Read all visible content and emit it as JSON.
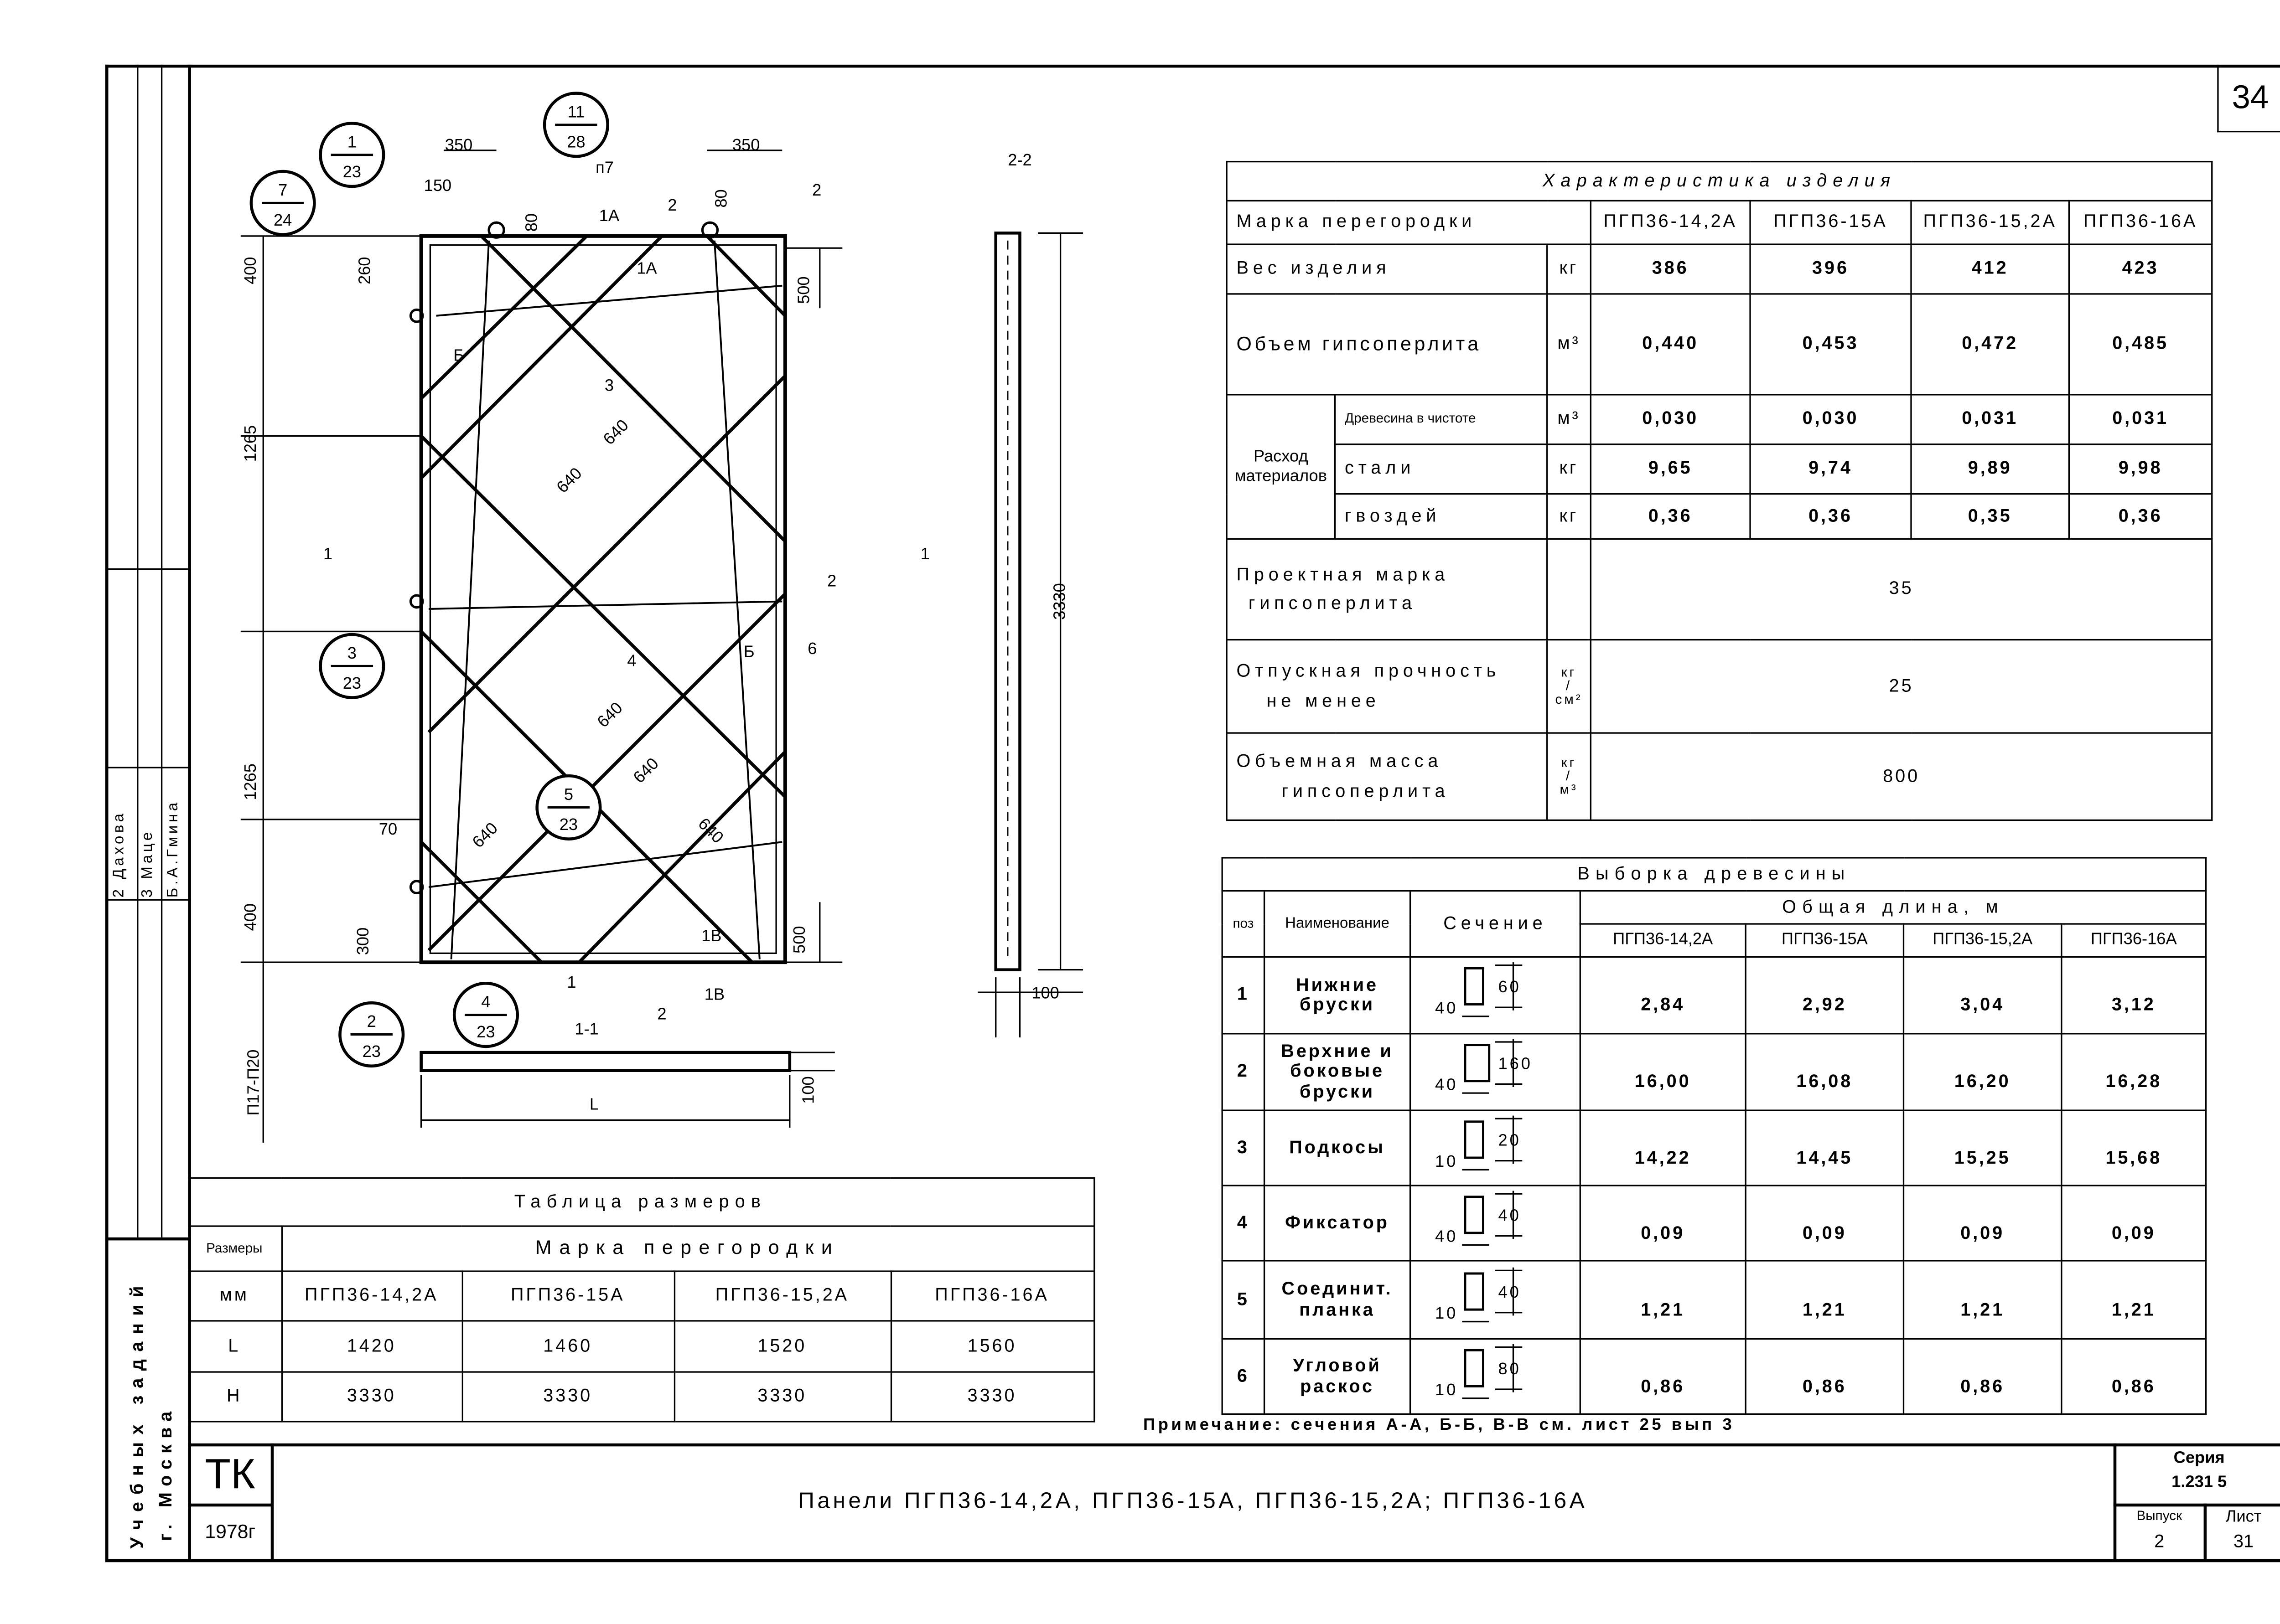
{
  "sheet_number": "34",
  "side_strip": {
    "names": [
      "2 Дахова",
      "3 Маце",
      "Б.А.Гмина"
    ],
    "org": "Учебных заданий",
    "city": "г. Москва"
  },
  "characteristics": {
    "title": "Характеристика изделия",
    "mark_label": "Марка перегородки",
    "marks": [
      "ПГП36-14,2А",
      "ПГП36-15А",
      "ПГП36-15,2А",
      "ПГП36-16А"
    ],
    "weight": {
      "label": "Вес изделия",
      "unit": "кг",
      "values": [
        "386",
        "396",
        "412",
        "423"
      ]
    },
    "volume": {
      "label": "Объем гипсоперлита",
      "unit": "м³",
      "values": [
        "0,440",
        "0,453",
        "0,472",
        "0,485"
      ]
    },
    "consumption_label": "Расход материалов",
    "wood": {
      "label": "Древесина в чистоте",
      "unit": "м³",
      "values": [
        "0,030",
        "0,030",
        "0,031",
        "0,031"
      ]
    },
    "steel": {
      "label": "стали",
      "unit": "кг",
      "values": [
        "9,65",
        "9,74",
        "9,89",
        "9,98"
      ]
    },
    "nails": {
      "label": "гвоздей",
      "unit": "кг",
      "values": [
        "0,36",
        "0,36",
        "0,35",
        "0,36"
      ]
    },
    "project_mark": {
      "label1": "Проектная марка",
      "label2": "гипсоперлита",
      "value": "35"
    },
    "strength": {
      "label1": "Отпускная прочность",
      "label2": "не менее",
      "unit_top": "кг",
      "unit_bottom": "см²",
      "value": "25"
    },
    "density": {
      "label1": "Объемная масса",
      "label2": "гипсоперлита",
      "unit_top": "кг",
      "unit_bottom": "м³",
      "value": "800"
    }
  },
  "wood_table": {
    "title": "Выборка древесины",
    "col_pos": "поз",
    "col_name": "Наименование",
    "col_section": "Сечение",
    "col_length": "Общая длина, м",
    "marks": [
      "ПГП36-14,2А",
      "ПГП36-15А",
      "ПГП36-15,2А",
      "ПГП36-16А"
    ],
    "rows": [
      {
        "pos": "1",
        "name": "Нижние бруски",
        "sec_w": "40",
        "sec_h": "60",
        "values": [
          "2,84",
          "2,92",
          "3,04",
          "3,12"
        ]
      },
      {
        "pos": "2",
        "name": "Верхние и боковые бруски",
        "sec_w": "40",
        "sec_h": "160",
        "values": [
          "16,00",
          "16,08",
          "16,20",
          "16,28"
        ]
      },
      {
        "pos": "3",
        "name": "Подкосы",
        "sec_w": "10",
        "sec_h": "20",
        "values": [
          "14,22",
          "14,45",
          "15,25",
          "15,68"
        ]
      },
      {
        "pos": "4",
        "name": "Фиксатор",
        "sec_w": "40",
        "sec_h": "40",
        "values": [
          "0,09",
          "0,09",
          "0,09",
          "0,09"
        ]
      },
      {
        "pos": "5",
        "name": "Соединит. планка",
        "sec_w": "10",
        "sec_h": "40",
        "values": [
          "1,21",
          "1,21",
          "1,21",
          "1,21"
        ]
      },
      {
        "pos": "6",
        "name": "Угловой раскос",
        "sec_w": "10",
        "sec_h": "80",
        "values": [
          "0,86",
          "0,86",
          "0,86",
          "0,86"
        ]
      }
    ],
    "note": "Примечание: сечения А-А, Б-Б, В-В см. лист 25 вып 3"
  },
  "size_table": {
    "title": "Таблица размеров",
    "col_size1": "Размеры",
    "col_size2": "мм",
    "mark_label": "Марка перегородки",
    "marks": [
      "ПГП36-14,2А",
      "ПГП36-15А",
      "ПГП36-15,2А",
      "ПГП36-16А"
    ],
    "rows": [
      {
        "name": "L",
        "values": [
          "1420",
          "1460",
          "1520",
          "1560"
        ]
      },
      {
        "name": "H",
        "values": [
          "3330",
          "3330",
          "3330",
          "3330"
        ]
      }
    ]
  },
  "title_block": {
    "org_code": "ТК",
    "year": "1978г",
    "title": "Панели ПГП36-14,2А, ПГП36-15А, ПГП36-15,2А; ПГП36-16А",
    "series_label": "Серия",
    "series": "1.231 5",
    "issue_label": "Выпуск",
    "issue": "2",
    "sheet_label": "Лист",
    "sheet": "31"
  },
  "drawing": {
    "callouts": [
      [
        "1",
        "23"
      ],
      [
        "7",
        "24"
      ],
      [
        "11",
        "28"
      ],
      [
        "3",
        "23"
      ],
      [
        "5",
        "23"
      ],
      [
        "2",
        "23"
      ],
      [
        "4",
        "23"
      ]
    ],
    "labels": [
      "350",
      "350",
      "150",
      "п7",
      "80",
      "80",
      "2",
      "400",
      "260",
      "500",
      "1265",
      "3",
      "640",
      "640",
      "2",
      "Б",
      "6",
      "4",
      "1265",
      "640",
      "640",
      "640",
      "640",
      "70",
      "400",
      "300",
      "500",
      "1В",
      "1",
      "2",
      "1-1",
      "1В",
      "П17-П20",
      "100",
      "L",
      "1А",
      "2",
      "1А",
      "Б",
      "100",
      "2-2",
      "1",
      "1",
      "3330"
    ]
  }
}
